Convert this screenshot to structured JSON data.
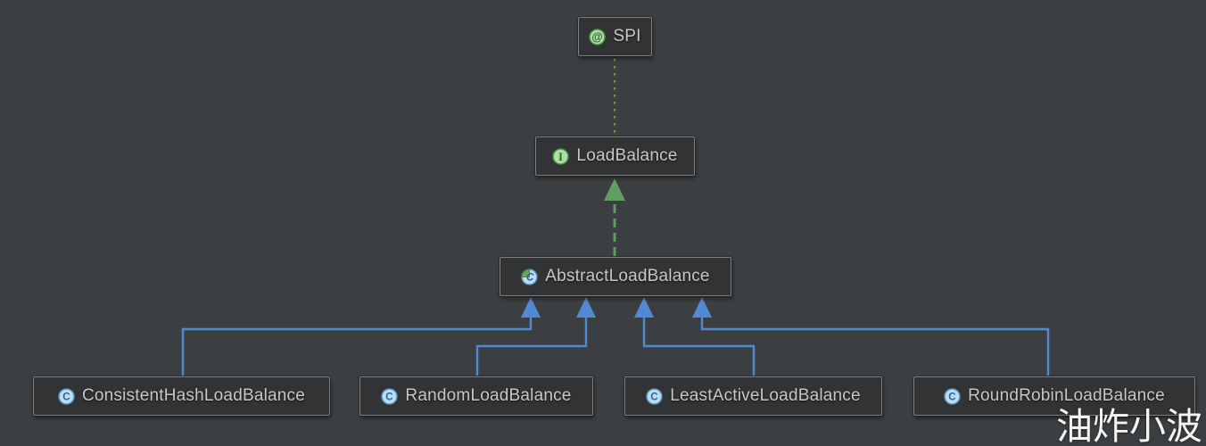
{
  "diagram": {
    "type": "uml-class-diagram",
    "watermark": "油炸小波",
    "colors": {
      "background": "#3c3f41",
      "node_fill": "#313335",
      "node_border": "#7d7f81",
      "node_text": "#c7c7c7",
      "inheritance_edge_blue": "#5189d4",
      "realization_edge_green": "#5f9e5f",
      "annotation_edge_olive": "#8a8f3e",
      "icon_green_fill": "#a9e0a4",
      "icon_green_border": "#55944c",
      "icon_blue_fill": "#b9ddf4",
      "icon_blue_border": "#5f97c3",
      "icon_blue_letter": "#33638e",
      "icon_green_letter": "#375e2e",
      "abstract_quarter_green": "#62ab50",
      "watermark_color": "#f5f5f5"
    },
    "nodes": {
      "spi": {
        "label": "SPI",
        "icon": "annotation-icon",
        "glyph": "@"
      },
      "load_balance": {
        "label": "LoadBalance",
        "icon": "interface-icon",
        "glyph": "I"
      },
      "abstract_load_balance": {
        "label": "AbstractLoadBalance",
        "icon": "abstract-class-icon",
        "glyph": "C"
      },
      "consistent_hash_load_balance": {
        "label": "ConsistentHashLoadBalance",
        "icon": "class-icon",
        "glyph": "C"
      },
      "random_load_balance": {
        "label": "RandomLoadBalance",
        "icon": "class-icon",
        "glyph": "C"
      },
      "least_active_load_balance": {
        "label": "LeastActiveLoadBalance",
        "icon": "class-icon",
        "glyph": "C"
      },
      "round_robin_load_balance": {
        "label": "RoundRobinLoadBalance",
        "icon": "class-icon",
        "glyph": "C"
      }
    },
    "edges": [
      {
        "from": "LoadBalance",
        "to": "SPI",
        "type": "annotated-with",
        "style": "dotted"
      },
      {
        "from": "AbstractLoadBalance",
        "to": "LoadBalance",
        "type": "realization",
        "style": "dashed-arrow"
      },
      {
        "from": "ConsistentHashLoadBalance",
        "to": "AbstractLoadBalance",
        "type": "inheritance",
        "style": "solid-arrow"
      },
      {
        "from": "RandomLoadBalance",
        "to": "AbstractLoadBalance",
        "type": "inheritance",
        "style": "solid-arrow"
      },
      {
        "from": "LeastActiveLoadBalance",
        "to": "AbstractLoadBalance",
        "type": "inheritance",
        "style": "solid-arrow"
      },
      {
        "from": "RoundRobinLoadBalance",
        "to": "AbstractLoadBalance",
        "type": "inheritance",
        "style": "solid-arrow"
      }
    ]
  }
}
